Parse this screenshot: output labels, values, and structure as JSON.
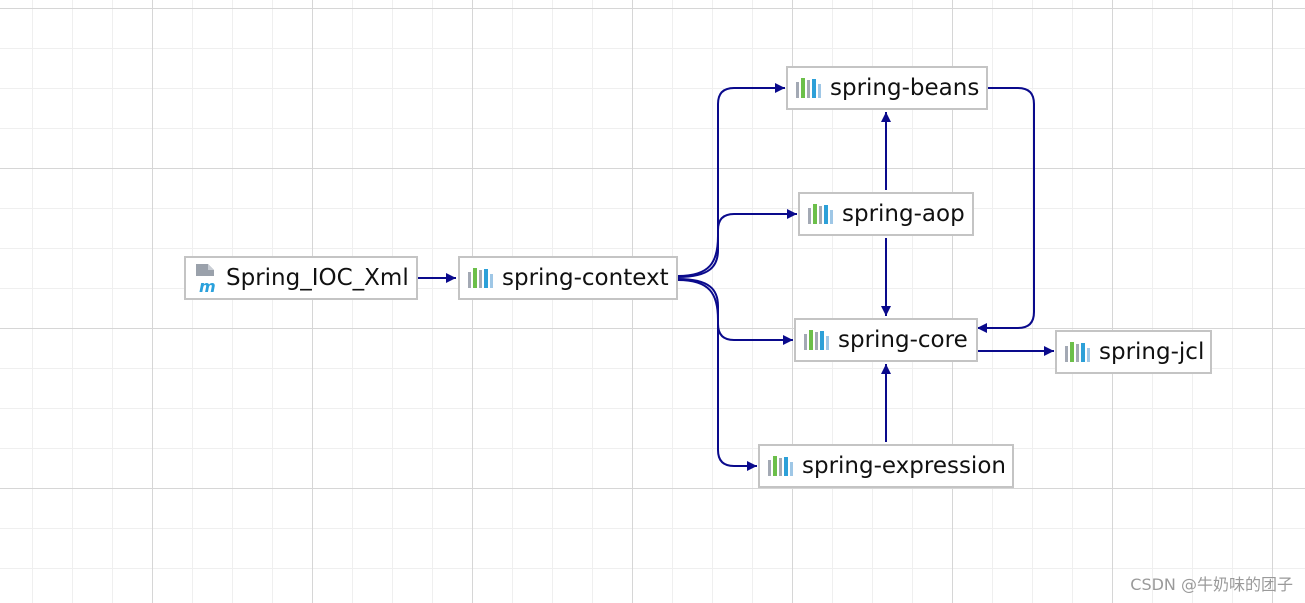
{
  "diagram": {
    "nodes": [
      {
        "id": "root",
        "label": "Spring_IOC_Xml",
        "icon": "maven-module-icon"
      },
      {
        "id": "context",
        "label": "spring-context",
        "icon": "library-icon"
      },
      {
        "id": "beans",
        "label": "spring-beans",
        "icon": "library-icon"
      },
      {
        "id": "aop",
        "label": "spring-aop",
        "icon": "library-icon"
      },
      {
        "id": "core",
        "label": "spring-core",
        "icon": "library-icon"
      },
      {
        "id": "jcl",
        "label": "spring-jcl",
        "icon": "library-icon"
      },
      {
        "id": "expression",
        "label": "spring-expression",
        "icon": "library-icon"
      }
    ],
    "edges": [
      {
        "from": "root",
        "to": "context"
      },
      {
        "from": "context",
        "to": "beans"
      },
      {
        "from": "context",
        "to": "aop"
      },
      {
        "from": "context",
        "to": "core"
      },
      {
        "from": "context",
        "to": "expression"
      },
      {
        "from": "aop",
        "to": "beans"
      },
      {
        "from": "aop",
        "to": "core"
      },
      {
        "from": "beans",
        "to": "core"
      },
      {
        "from": "core",
        "to": "jcl"
      },
      {
        "from": "expression",
        "to": "core"
      }
    ],
    "edge_color": "#0a0a8c",
    "icon_colors": [
      "#a3a9b4",
      "#6cbf4a",
      "#a3a9b4",
      "#2da0d8",
      "#9fc7e6"
    ]
  },
  "watermark": "CSDN @牛奶味的团子"
}
